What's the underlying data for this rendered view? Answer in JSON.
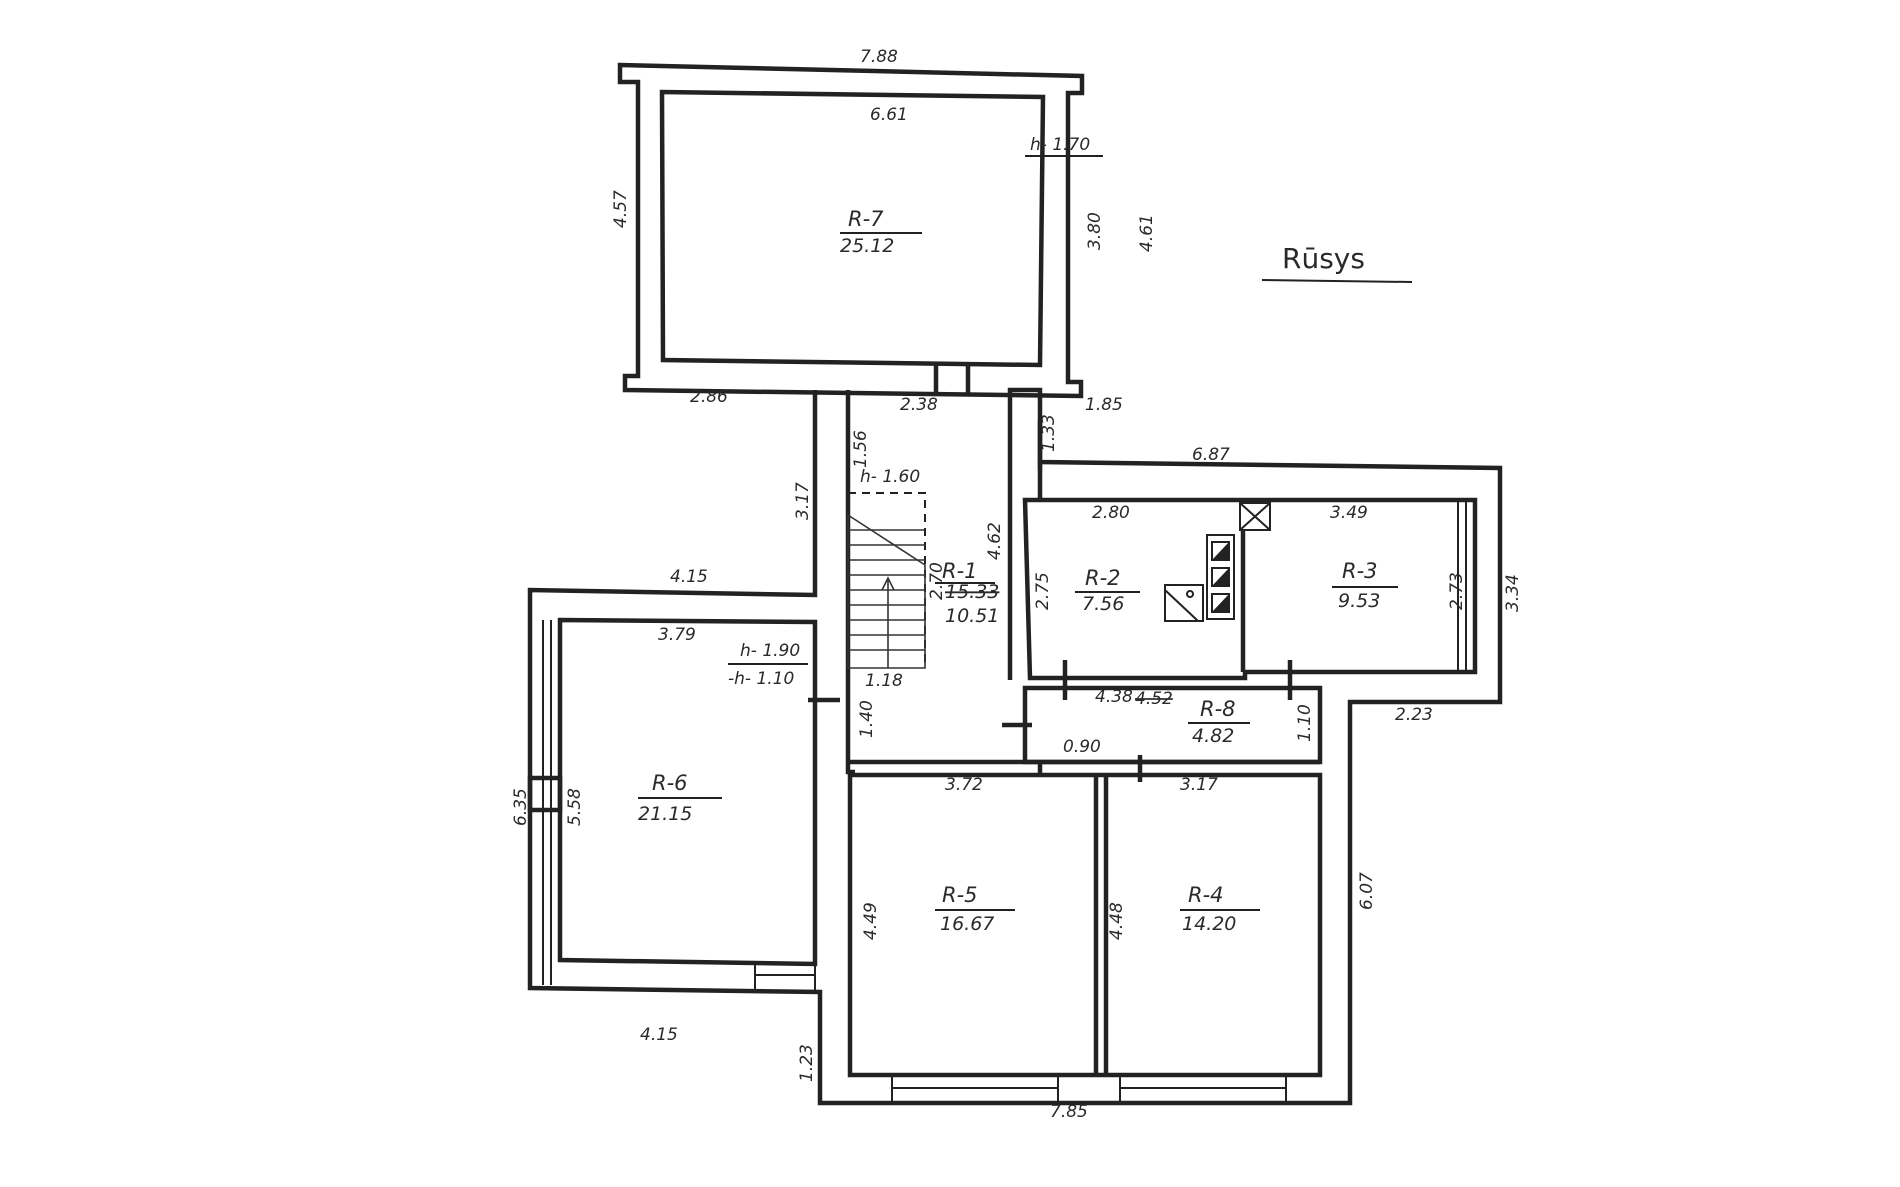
{
  "title": "Rūsys",
  "rooms": [
    {
      "id": "R-7",
      "label": "R-7",
      "area": "25.12"
    },
    {
      "id": "R-1",
      "label": "R-1",
      "area_struck": "15.33",
      "area": "10.51"
    },
    {
      "id": "R-2",
      "label": "R-2",
      "area": "7.56"
    },
    {
      "id": "R-3",
      "label": "R-3",
      "area": "9.53"
    },
    {
      "id": "R-8",
      "label": "R-8",
      "area": "4.82"
    },
    {
      "id": "R-6",
      "label": "R-6",
      "area": "21.15"
    },
    {
      "id": "R-5",
      "label": "R-5",
      "area": "16.67"
    },
    {
      "id": "R-4",
      "label": "R-4",
      "area": "14.20"
    }
  ],
  "heights": {
    "r7": "h- 1.70",
    "r1": "h- 1.60",
    "r6_a": "h- 1.90",
    "r6_b": "-h- 1.10"
  },
  "dimensions": {
    "top_outer": "7.88",
    "r7_inner_w": "6.61",
    "r7_left": "4.57",
    "r7_inner_h": "3.80",
    "r7_right": "4.61",
    "seg_286": "2.86",
    "seg_238": "2.38",
    "seg_185": "1.85",
    "seg_133": "1.33",
    "seg_156": "1.56",
    "seg_687": "6.87",
    "seg_280": "2.80",
    "seg_349": "3.49",
    "seg_275": "2.75",
    "seg_273": "2.73",
    "seg_334": "3.34",
    "seg_317a": "3.17",
    "seg_415a": "4.15",
    "seg_379": "3.79",
    "seg_462": "4.62",
    "seg_270": "2.70",
    "seg_118a": "1.18",
    "seg_140": "1.40",
    "seg_438": "4.38",
    "seg_452": "4.52",
    "seg_110": "1.10",
    "seg_223": "2.23",
    "seg_090": "0.90",
    "seg_372": "3.72",
    "seg_317b": "3.17",
    "seg_635": "6.35",
    "seg_558": "5.58",
    "seg_449": "4.49",
    "seg_448": "4.48",
    "seg_607": "6.07",
    "seg_415b": "4.15",
    "seg_123": "1.23",
    "seg_785": "7.85"
  }
}
